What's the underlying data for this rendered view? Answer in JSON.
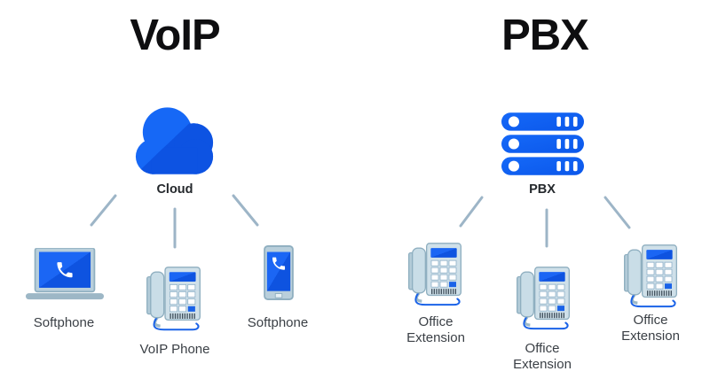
{
  "left": {
    "title": "VoIP",
    "hub": {
      "label": "Cloud",
      "icon": "cloud-icon"
    },
    "nodes": [
      {
        "label": "Softphone",
        "icon": "laptop-softphone-icon"
      },
      {
        "label": "VoIP Phone",
        "icon": "desk-phone-icon"
      },
      {
        "label": "Softphone",
        "icon": "smartphone-softphone-icon"
      }
    ]
  },
  "right": {
    "title": "PBX",
    "hub": {
      "label": "PBX",
      "icon": "server-rack-icon"
    },
    "nodes": [
      {
        "label": "Office Extension",
        "icon": "desk-phone-icon"
      },
      {
        "label": "Office Extension",
        "icon": "desk-phone-icon"
      },
      {
        "label": "Office Extension",
        "icon": "desk-phone-icon"
      }
    ]
  },
  "colors": {
    "accent_blue_light": "#1668F6",
    "accent_blue_dark": "#0D53E2",
    "device_body": "#CFE0E9",
    "device_stroke": "#8FAFC0",
    "cord_blue": "#1B63E8",
    "connector_line": "#9DB5C7",
    "title_text": "#0E0E10",
    "label_text": "#3A3F45"
  }
}
